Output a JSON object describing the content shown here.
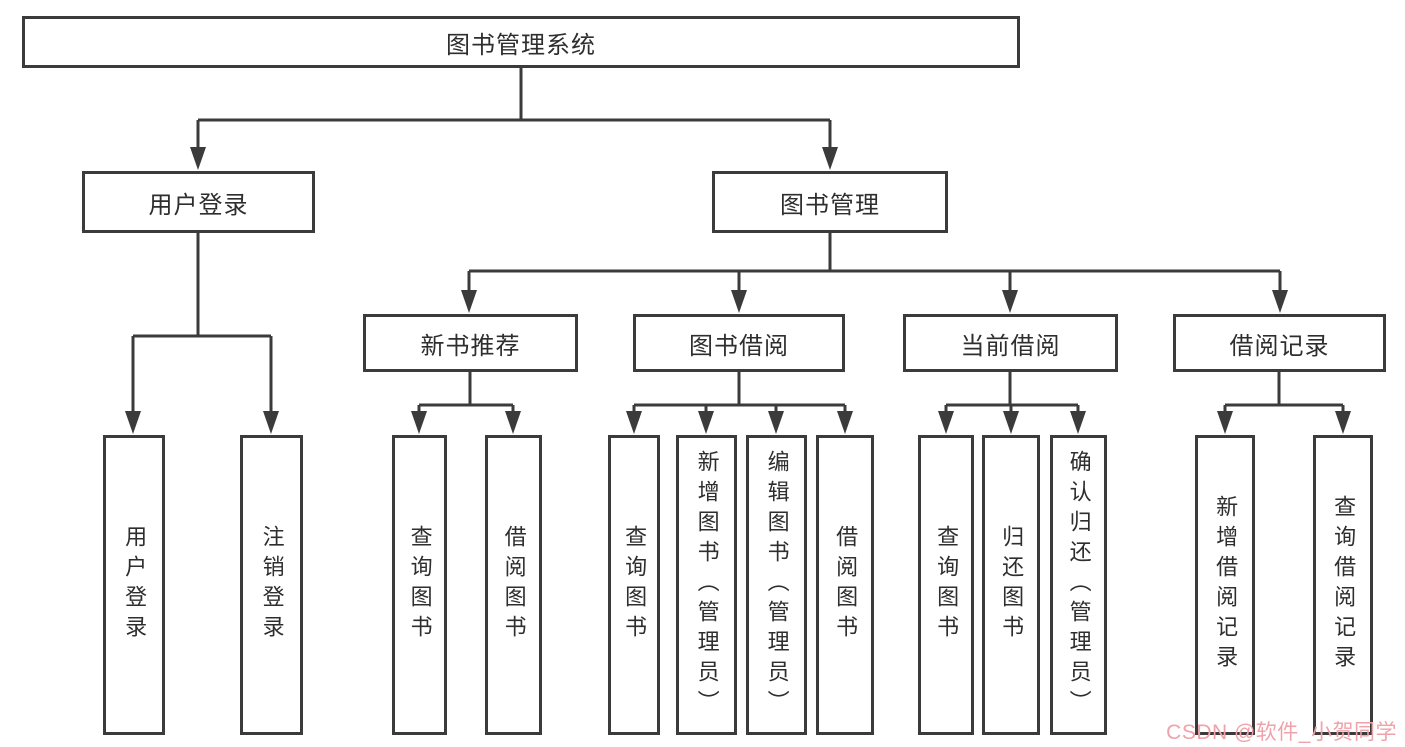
{
  "colors": {
    "node_border": "#3b3b3b",
    "node_text": "#2e2e2e",
    "connector": "#3b3b3b",
    "watermark": "#f0a2aa",
    "background": "#ffffff"
  },
  "watermark": {
    "text": "CSDN @软件_小贺同学"
  },
  "tree": {
    "root": {
      "label": "图书管理系统"
    },
    "branches": [
      {
        "label": "用户登录",
        "children": [
          {
            "label": "用户登录"
          },
          {
            "label": "注销登录"
          }
        ]
      },
      {
        "label": "图书管理",
        "children": [
          {
            "label": "新书推荐",
            "children": [
              {
                "label": "查询图书"
              },
              {
                "label": "借阅图书"
              }
            ]
          },
          {
            "label": "图书借阅",
            "children": [
              {
                "label": "查询图书"
              },
              {
                "label": "新增图书（管理员）"
              },
              {
                "label": "编辑图书（管理员）"
              },
              {
                "label": "借阅图书"
              }
            ]
          },
          {
            "label": "当前借阅",
            "children": [
              {
                "label": "查询图书"
              },
              {
                "label": "归还图书"
              },
              {
                "label": "确认归还（管理员）"
              }
            ]
          },
          {
            "label": "借阅记录",
            "children": [
              {
                "label": "新增借阅记录"
              },
              {
                "label": "查询借阅记录"
              }
            ]
          }
        ]
      }
    ]
  }
}
